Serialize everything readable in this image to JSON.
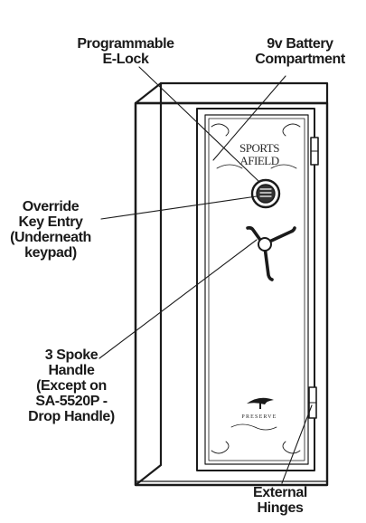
{
  "callouts": {
    "elock": [
      "Programmable",
      "E-Lock"
    ],
    "battery": [
      "9v Battery",
      "Compartment"
    ],
    "key": [
      "Override",
      "Key Entry",
      "(Underneath",
      "keypad)"
    ],
    "handle": [
      "3 Spoke",
      "Handle",
      "(Except on",
      "SA-5520P -",
      "Drop Handle)"
    ],
    "hinges": [
      "External",
      "Hinges"
    ]
  },
  "door_branding": {
    "brand_line1": "SPORTS",
    "brand_line2": "AFIELD",
    "model": "PRESERVE"
  },
  "colors": {
    "outline": "#1a1a1a",
    "background": "#ffffff"
  },
  "icons": [
    "keypad-lock-icon",
    "spoke-handle-icon",
    "tree-logo-icon",
    "hinge-icon"
  ]
}
